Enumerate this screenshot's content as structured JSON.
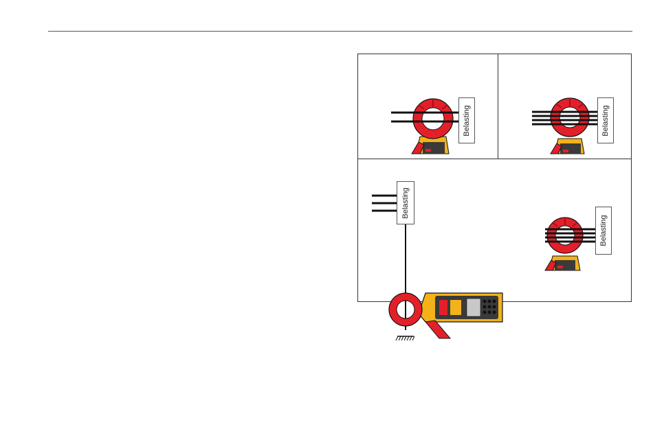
{
  "figure": {
    "load_label": "Belasting",
    "panels": [
      {
        "id": "single-conductor",
        "conductors": 2
      },
      {
        "id": "three-phase",
        "conductors": 4
      },
      {
        "id": "earth-leakage",
        "conductors": 3
      },
      {
        "id": "three-phase-alt",
        "conductors": 4
      }
    ]
  },
  "colors": {
    "clamp_jaw": "#e3202a",
    "clamp_jaw_dark": "#a51018",
    "meter_body": "#f3b21a",
    "meter_face": "#3a3a3a",
    "display": "#c8c8c8",
    "line": "#111111"
  }
}
